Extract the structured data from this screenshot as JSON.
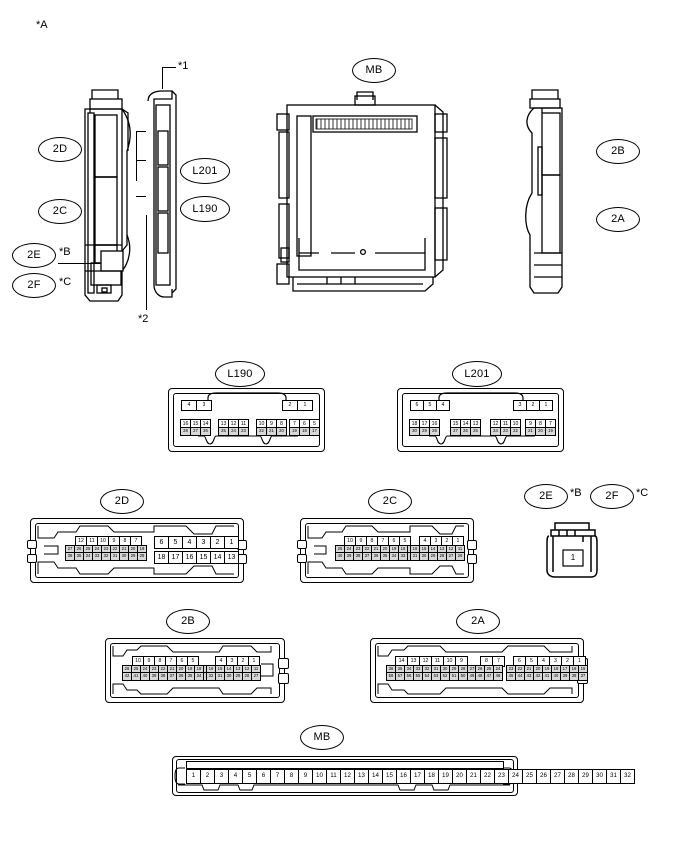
{
  "figure": {
    "note_a": "*A",
    "note_1": "*1",
    "note_2": "*2",
    "note_b": "*B",
    "note_c": "*C",
    "note_b2": "*B",
    "note_c2": "*C"
  },
  "callouts": {
    "view_2d": "2D",
    "view_2c": "2C",
    "view_2e": "2E",
    "view_2f": "2F",
    "view_l201": "L201",
    "view_l190": "L190",
    "view_mb_top": "MB",
    "view_2b": "2B",
    "view_2a": "2A",
    "conn_l190": "L190",
    "conn_l201": "L201",
    "conn_2d": "2D",
    "conn_2c": "2C",
    "conn_2e": "2E",
    "conn_2f": "2F",
    "conn_2b": "2B",
    "conn_2a": "2A",
    "conn_mb": "MB"
  },
  "connectors": {
    "l190": {
      "label": "L190",
      "top_left": [
        "4",
        "3"
      ],
      "top_right": [
        "2",
        "1"
      ],
      "groups": [
        {
          "top": [
            "16",
            "15",
            "14"
          ],
          "bottom": [
            "28",
            "27",
            "26"
          ]
        },
        {
          "top": [
            "13",
            "12",
            "11"
          ],
          "bottom": [
            "25",
            "24",
            "23"
          ]
        },
        {
          "top": [
            "10",
            "9",
            "8"
          ],
          "bottom": [
            "22",
            "21",
            "20"
          ]
        },
        {
          "top": [
            "7",
            "6",
            "5"
          ],
          "bottom": [
            "19",
            "18",
            "17"
          ]
        }
      ]
    },
    "l201": {
      "label": "L201",
      "top_left": [
        "6",
        "5",
        "4"
      ],
      "top_right": [
        "3",
        "2",
        "1"
      ],
      "groups": [
        {
          "top": [
            "18",
            "17",
            "16"
          ],
          "bottom": [
            "30",
            "29",
            "28"
          ]
        },
        {
          "top": [
            "15",
            "14",
            "13"
          ],
          "bottom": [
            "27",
            "26",
            "25"
          ]
        },
        {
          "top": [
            "12",
            "11",
            "10"
          ],
          "bottom": [
            "24",
            "23",
            "22"
          ]
        },
        {
          "top": [
            "9",
            "8",
            "7"
          ],
          "bottom": [
            "21",
            "20",
            "19"
          ]
        }
      ]
    },
    "c2d": {
      "label": "2D",
      "left": {
        "top": [
          "12",
          "11",
          "10",
          "9",
          "8",
          "7"
        ],
        "mid": [
          "27",
          "26",
          "25",
          "24",
          "23",
          "22",
          "21",
          "20",
          "19"
        ],
        "bot": [
          "36",
          "35",
          "34",
          "33",
          "32",
          "31",
          "30",
          "29",
          "28"
        ]
      },
      "right": {
        "top": [
          "6",
          "5",
          "4",
          "3",
          "2",
          "1"
        ],
        "bot": [
          "18",
          "17",
          "16",
          "15",
          "14",
          "13"
        ]
      }
    },
    "c2c": {
      "label": "2C",
      "left": {
        "top": [
          "10",
          "9",
          "8",
          "7",
          "6",
          "5"
        ],
        "mid": [
          "25",
          "24",
          "23",
          "22",
          "21",
          "20",
          "19",
          "18",
          "17"
        ],
        "bot": [
          "40",
          "39",
          "38",
          "37",
          "36",
          "35",
          "34",
          "33",
          "32"
        ]
      },
      "right": {
        "top": [
          "4",
          "3",
          "2",
          "1"
        ],
        "mid": [
          "16",
          "15",
          "14",
          "13",
          "12",
          "11"
        ],
        "bot": [
          "31",
          "30",
          "29",
          "28",
          "27",
          "26"
        ]
      }
    },
    "c2ef": {
      "label_e": "2E",
      "label_f": "2F",
      "pin": "1"
    },
    "c2b": {
      "label": "2B",
      "left": {
        "top": [
          "10",
          "9",
          "8",
          "7",
          "6",
          "5"
        ],
        "mid": [
          "26",
          "25",
          "24",
          "23",
          "22",
          "21",
          "20",
          "19",
          "18",
          "17"
        ],
        "bot": [
          "42",
          "41",
          "40",
          "39",
          "38",
          "37",
          "36",
          "35",
          "34",
          "33"
        ]
      },
      "right": {
        "top": [
          "4",
          "3",
          "2",
          "1"
        ],
        "mid": [
          "16",
          "15",
          "14",
          "13",
          "12",
          "11"
        ],
        "bot": [
          "32",
          "31",
          "30",
          "29",
          "28",
          "27"
        ]
      }
    },
    "c2a": {
      "label": "2A",
      "left": {
        "top": [
          "14",
          "13",
          "12",
          "11",
          "10",
          "9"
        ],
        "mid": [
          "36",
          "35",
          "34",
          "33",
          "32",
          "31",
          "30",
          "29",
          "28",
          "27"
        ],
        "bot": [
          "58",
          "57",
          "56",
          "55",
          "54",
          "53",
          "52",
          "51",
          "50",
          "49"
        ]
      },
      "mid": {
        "top": [
          "8",
          "7"
        ],
        "mid": [
          "26",
          "25",
          "24"
        ],
        "bot": [
          "48",
          "47",
          "46"
        ]
      },
      "right": {
        "top": [
          "6",
          "5",
          "4",
          "3",
          "2",
          "1"
        ],
        "mid": [
          "23",
          "22",
          "21",
          "20",
          "19",
          "18",
          "17",
          "16",
          "15"
        ],
        "bot": [
          "45",
          "44",
          "43",
          "42",
          "41",
          "40",
          "39",
          "38",
          "37"
        ]
      }
    },
    "mb": {
      "label": "MB",
      "pins": [
        "1",
        "2",
        "3",
        "4",
        "5",
        "6",
        "7",
        "8",
        "9",
        "10",
        "11",
        "12",
        "13",
        "14",
        "15",
        "16",
        "17",
        "18",
        "19",
        "20",
        "21",
        "22",
        "23",
        "24",
        "25",
        "26",
        "27",
        "28",
        "29",
        "30",
        "31",
        "32"
      ]
    }
  },
  "colors": {
    "line": "#000000",
    "background": "#ffffff",
    "pin_fill": "#ffffff",
    "pin_shade": "#d8d8d8"
  }
}
